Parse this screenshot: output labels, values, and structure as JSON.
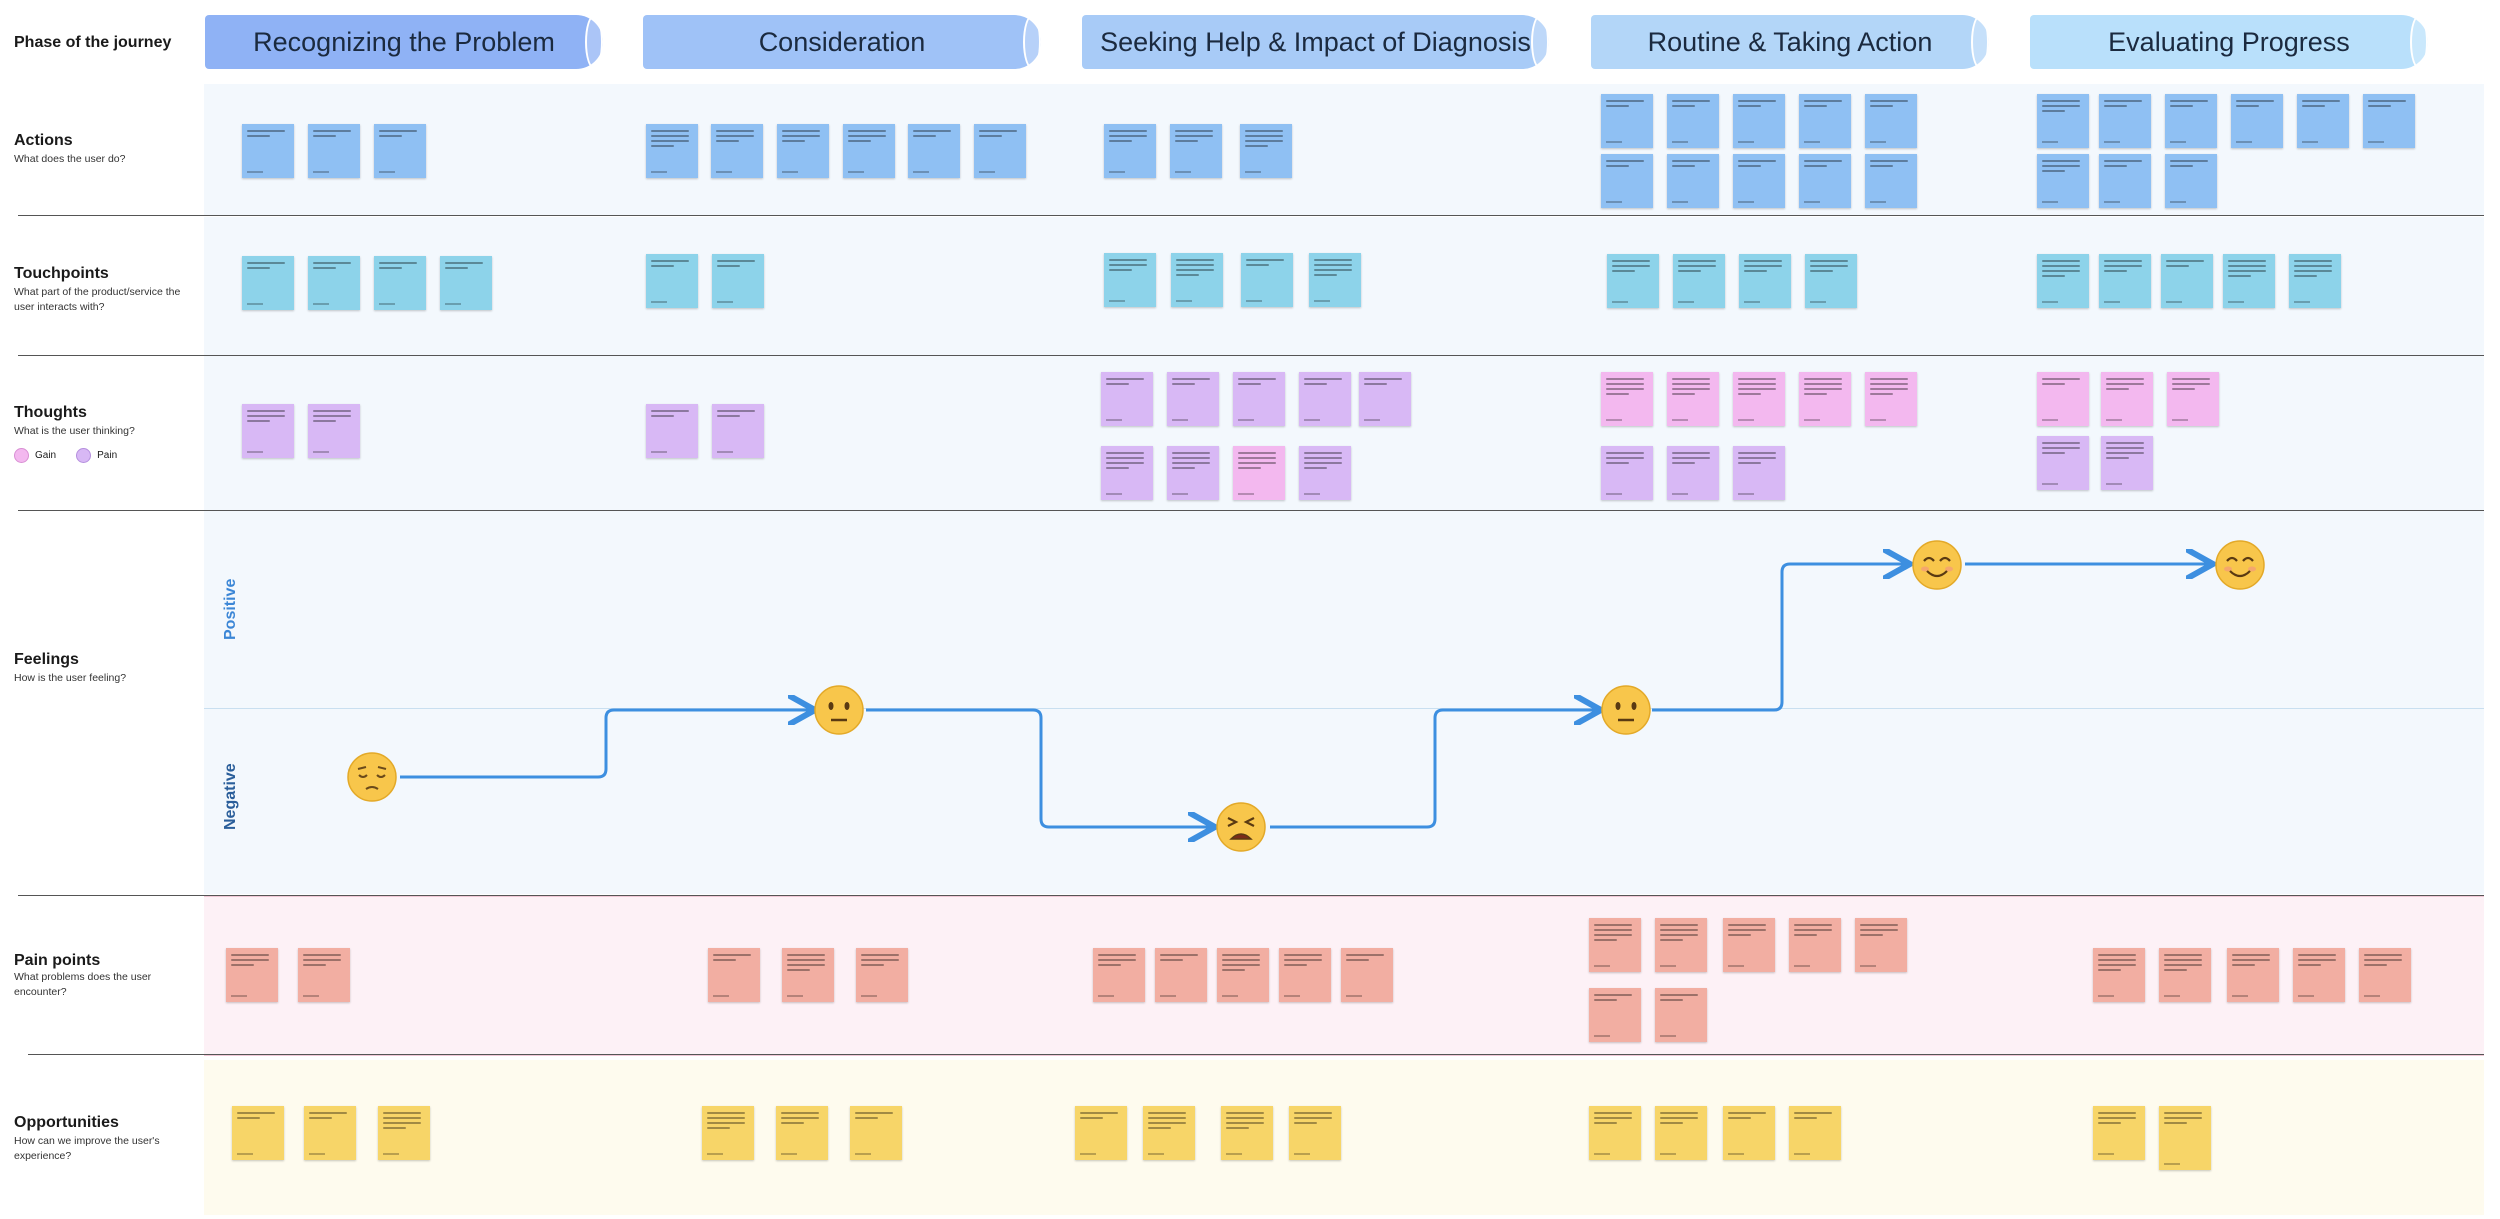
{
  "header": {
    "phase_label": "Phase of the journey"
  },
  "phases": [
    {
      "name": "Recognizing the Problem",
      "color": "#8fb2f5"
    },
    {
      "name": "Consideration",
      "color": "#9fc2f7"
    },
    {
      "name": "Seeking Help & Impact of Diagnosis",
      "color": "#a8cbf7"
    },
    {
      "name": "Routine & Taking Action",
      "color": "#b3d6f8"
    },
    {
      "name": "Evaluating Progress",
      "color": "#b9e0fb"
    }
  ],
  "rows": {
    "actions": {
      "title": "Actions",
      "subtitle": "What does the user do?"
    },
    "touchpoints": {
      "title": "Touchpoints",
      "subtitle": "What part of the product/service the user interacts with?"
    },
    "thoughts": {
      "title": "Thoughts",
      "subtitle": "What is the user thinking?"
    },
    "feelings": {
      "title": "Feelings",
      "subtitle": "How is the user feeling?"
    },
    "painpoints": {
      "title": "Pain points",
      "subtitle": "What problems does the user encounter?"
    },
    "opportunities": {
      "title": "Opportunities",
      "subtitle": "How can we improve the user's experience?"
    }
  },
  "legend": {
    "gain": "Gain",
    "pain": "Pain"
  },
  "feelings_axis": {
    "positive": "Positive",
    "negative": "Negative"
  },
  "colors": {
    "actions_note": "#8fc0f3",
    "touchpoints_note": "#8dd3ea",
    "thought_pain": "#d8b8f5",
    "thought_gain": "#f3b8ef",
    "painpoint_note": "#f2aea2",
    "opportunity_note": "#f7d568",
    "feelings_line": "#3d8fe0",
    "row_bg_light": "#f3f8fd",
    "painpoints_bg": "#fdf1f6",
    "opportunities_bg": "#fefbee"
  },
  "feelings": [
    {
      "phase": "Recognizing the Problem",
      "level": "negative",
      "emoji": "pensive-face-icon"
    },
    {
      "phase": "Consideration",
      "level": "neutral",
      "emoji": "neutral-face-icon"
    },
    {
      "phase": "Seeking Help & Impact of Diagnosis",
      "level": "very-negative",
      "emoji": "tired-face-icon"
    },
    {
      "phase": "Routine & Taking Action",
      "level": "neutral",
      "emoji": "neutral-face-icon"
    },
    {
      "phase": "Routine & Taking Action",
      "level": "positive",
      "emoji": "smiling-face-icon"
    },
    {
      "phase": "Evaluating Progress",
      "level": "positive",
      "emoji": "smiling-face-icon"
    }
  ]
}
